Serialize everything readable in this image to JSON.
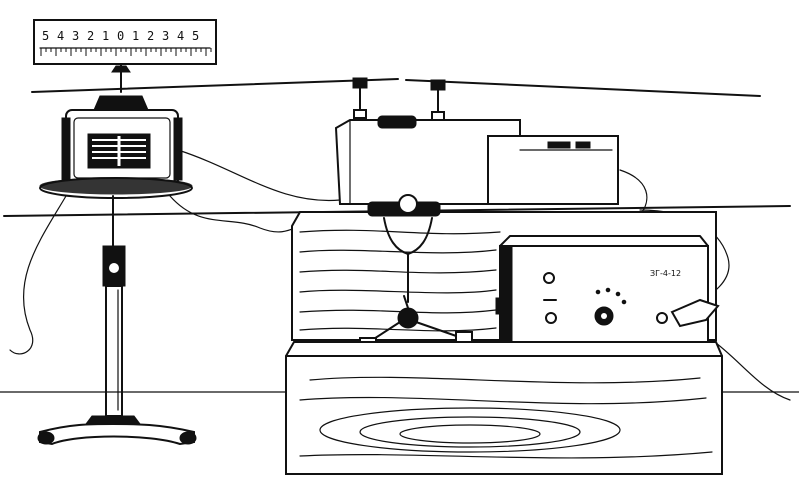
{
  "figure": {
    "scale_digits": [
      "5",
      "4",
      "3",
      "2",
      "1",
      "0",
      "1",
      "2",
      "3",
      "4",
      "5"
    ],
    "generator_label": "ЗГ-4-12"
  }
}
